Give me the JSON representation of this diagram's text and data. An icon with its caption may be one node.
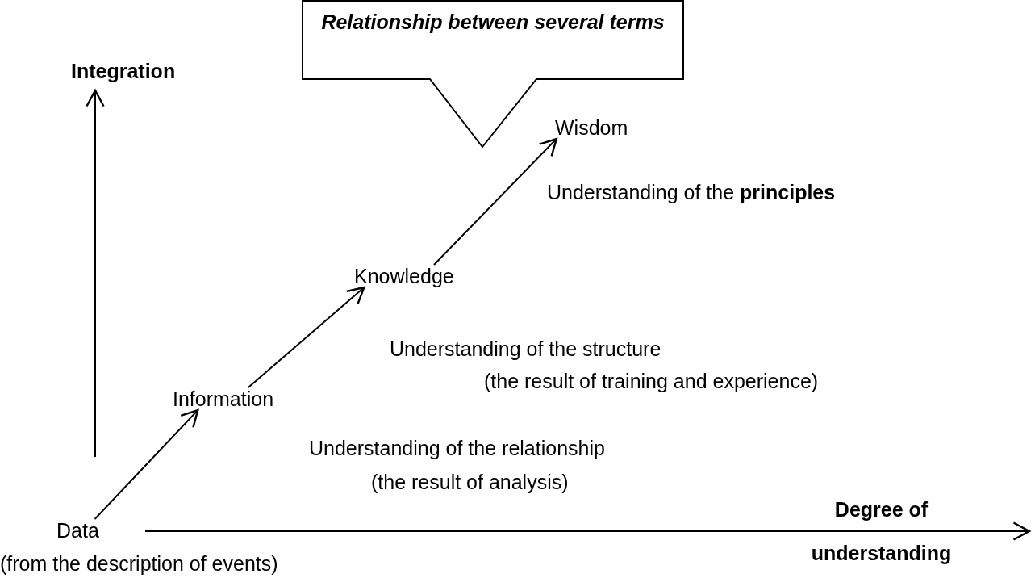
{
  "diagram": {
    "nodes": [
      {
        "text": [
          "Data"
        ],
        "beside": [
          "(from the description of events)"
        ]
      },
      {
        "text": [
          "Information"
        ]
      },
      {
        "text": [
          "Knowledge"
        ]
      },
      {
        "text": [
          "Wisdom"
        ]
      },
      {
        "text": [
          "Relationship between several terms"
        ]
      }
    ],
    "edges": [
      {
        "from": 0,
        "to": 1,
        "arrow": "to"
      },
      {
        "from": 1,
        "to": 2,
        "arrow": "to"
      },
      {
        "from": 2,
        "to": 3,
        "arrow": "to"
      }
    ],
    "labels": [
      "Integration",
      "Understanding of the **principles**",
      "Understanding of the structure",
      "(the result of training and experience)",
      "Understanding of the relationship",
      "(the result of analysis)",
      "Degree of understanding"
    ]
  }
}
